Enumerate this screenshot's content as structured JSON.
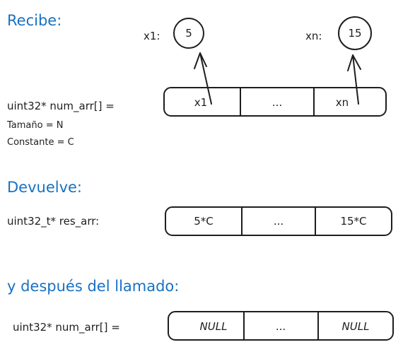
{
  "sections": {
    "receives": "Recibe:",
    "returns": "Devuelve:",
    "after_call": "y después del llamado:"
  },
  "input": {
    "decl": "uint32* num_arr[] =",
    "size_note": "Tamaño = N",
    "constant_note": "Constante = C",
    "cells": [
      "x1",
      "...",
      "xn"
    ],
    "pointers": [
      {
        "label": "x1:",
        "value": "5"
      },
      {
        "label": "xn:",
        "value": "15"
      }
    ]
  },
  "output": {
    "decl": "uint32_t* res_arr:",
    "cells": [
      "5*C",
      "...",
      "15*C"
    ]
  },
  "after": {
    "decl": "uint32* num_arr[] =",
    "cells": [
      "NULL",
      "...",
      "NULL"
    ]
  },
  "colors": {
    "heading": "#1971c2",
    "ink": "#1e1e1e"
  }
}
